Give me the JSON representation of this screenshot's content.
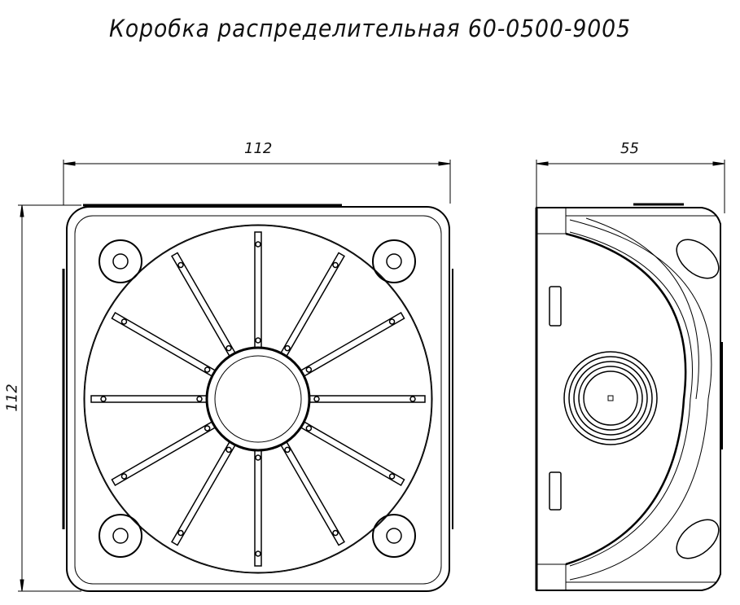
{
  "title": "Коробка распределительная 60-0500-9005",
  "front_view": {
    "width_dimension": "112",
    "height_dimension": "112",
    "rib_count": 12
  },
  "side_view": {
    "depth_dimension": "55"
  },
  "colors": {
    "line": "#000000",
    "background": "#ffffff"
  }
}
